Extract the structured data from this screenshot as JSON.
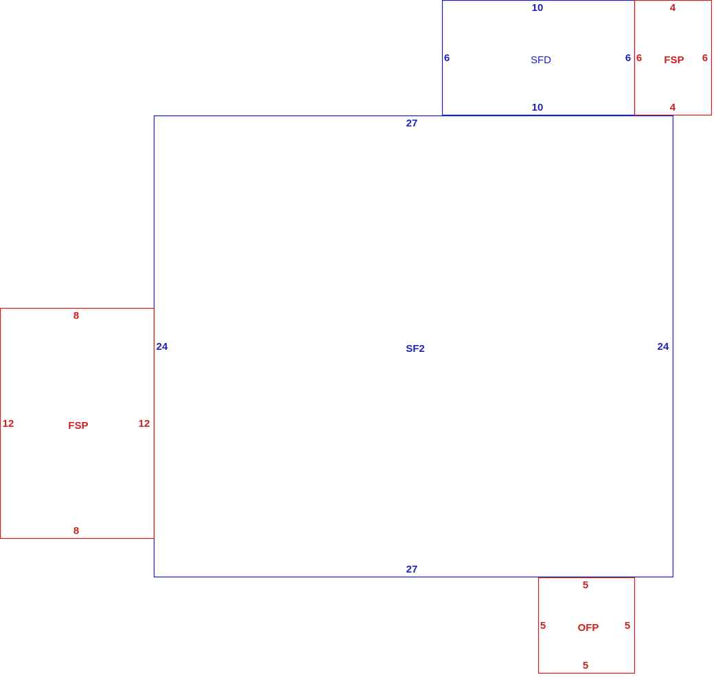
{
  "colors": {
    "living_area": "#1a1ac8",
    "other_area": "#d01a1a"
  },
  "areas": {
    "sfd": {
      "name": "SFD",
      "top": "10",
      "bottom": "10",
      "left": "6",
      "right": "6"
    },
    "fsp_top": {
      "name": "FSP",
      "top": "4",
      "bottom": "4",
      "left": "6",
      "right": "6"
    },
    "sf2": {
      "name": "SF2",
      "top": "27",
      "bottom": "27",
      "left": "24",
      "right": "24"
    },
    "fsp_left": {
      "name": "FSP",
      "top": "8",
      "bottom": "8",
      "left": "12",
      "right": "12"
    },
    "ofp": {
      "name": "OFP",
      "top": "5",
      "bottom": "5",
      "left": "5",
      "right": "5"
    }
  }
}
